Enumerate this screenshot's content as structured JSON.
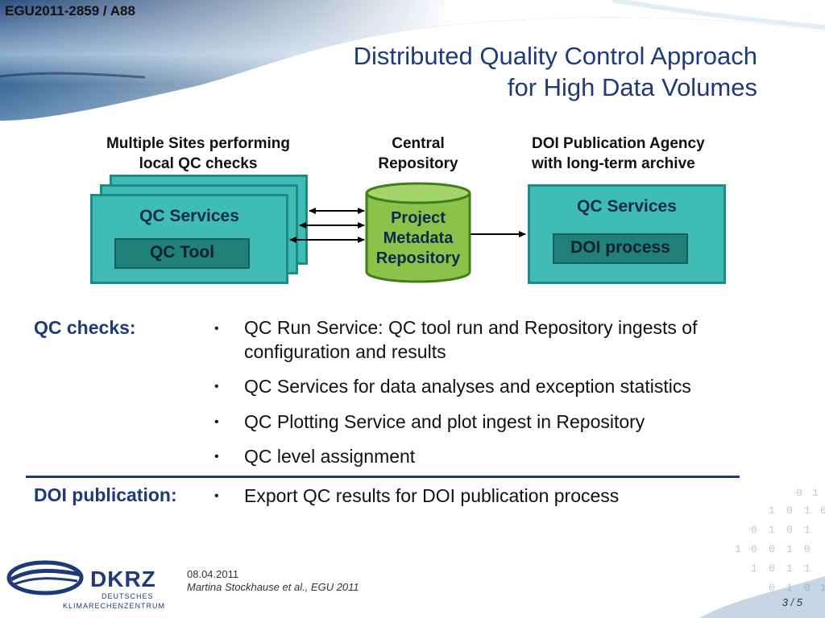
{
  "header": {
    "ref_code": "EGU2011-2859 / A88",
    "title_line1": "Distributed Quality Control Approach",
    "title_line2": "for High Data Volumes"
  },
  "diagram": {
    "sites_heading_line1": "Multiple Sites performing",
    "sites_heading_line2": "local QC checks",
    "central_heading_line1": "Central",
    "central_heading_line2": "Repository",
    "doi_heading_line1": "DOI Publication Agency",
    "doi_heading_line2": "with long-term archive",
    "left_box_label": "QC Services",
    "left_inner_label": "QC Tool",
    "db_label_line1": "Project",
    "db_label_line2": "Metadata",
    "db_label_line3": "Repository",
    "right_box_label": "QC Services",
    "right_inner_label": "DOI process"
  },
  "content": {
    "qc_checks_label": "QC checks:",
    "qc_checks_bullets": [
      "QC Run Service: QC tool run and Repository ingests of configuration and results",
      "QC Services for data analyses and exception statistics",
      "QC Plotting Service and plot ingest in Repository",
      "QC level assignment"
    ],
    "doi_label": "DOI publication:",
    "doi_bullets": [
      "Export QC results for DOI publication process"
    ],
    "bullet_char": "•"
  },
  "footer": {
    "logo_text": "DKRZ",
    "logo_sub1": "DEUTSCHES",
    "logo_sub2": "KLIMARECHENZENTRUM",
    "date": "08.04.2011",
    "author": "Martina Stockhause et al., EGU 2011",
    "page": "3 / 5"
  },
  "colors": {
    "title_blue": "#1f3a78",
    "box_teal": "#3fbcb5",
    "inner_teal": "#20807c",
    "db_green": "#8bc34a"
  }
}
